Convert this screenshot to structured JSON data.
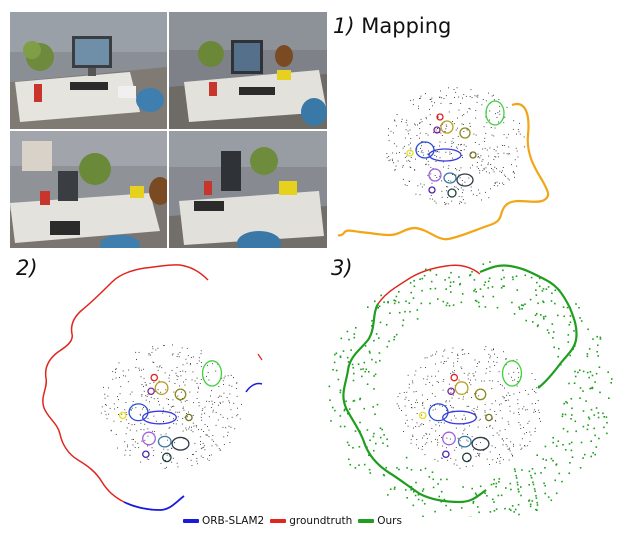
{
  "panels": {
    "mapping": {
      "number": "1)",
      "title": "Mapping"
    },
    "second": {
      "number": "2)"
    },
    "third": {
      "number": "3)"
    }
  },
  "legend": [
    {
      "label": "ORB-SLAM2",
      "color": "#1a1adc"
    },
    {
      "label": "groundtruth",
      "color": "#e0261e"
    },
    {
      "label": "Ours",
      "color": "#1f9e1f"
    }
  ],
  "colors": {
    "mapping_trajectory": "#f2a516",
    "groundtruth": "#e0261e",
    "orbslam": "#1a1adc",
    "ours": "#1f9e1f",
    "point_cloud": "#222222"
  }
}
